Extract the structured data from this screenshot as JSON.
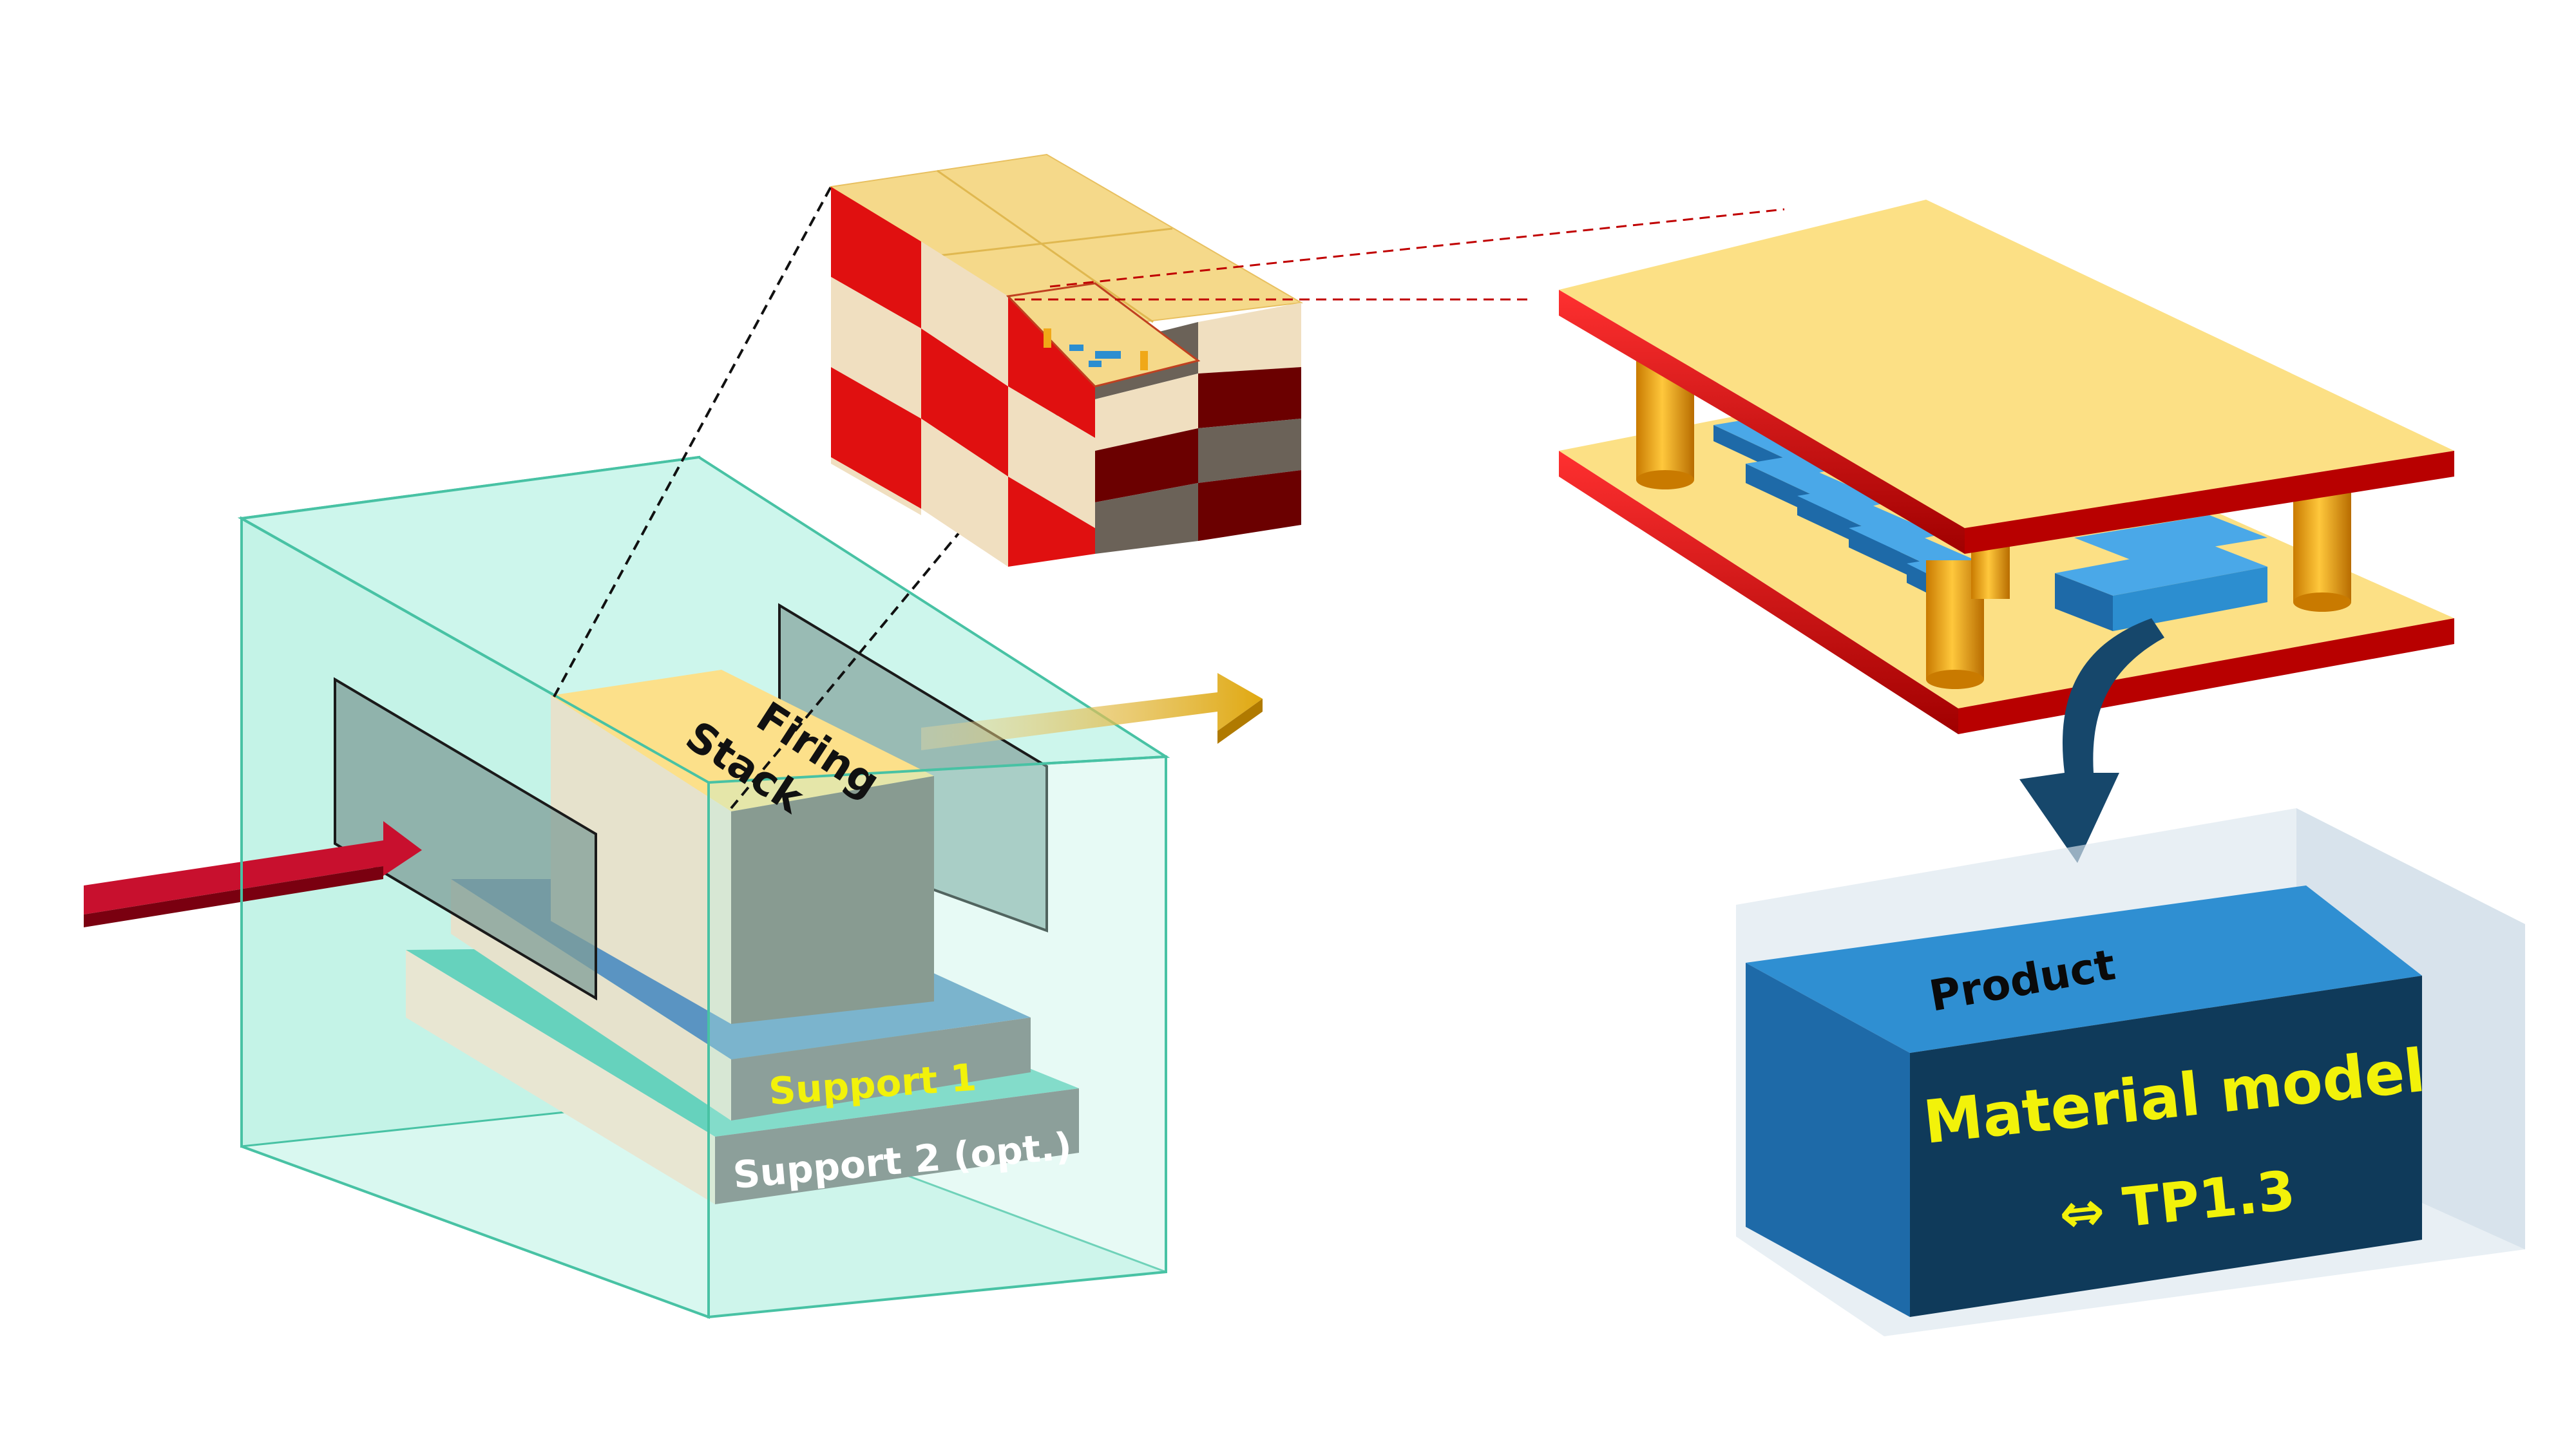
{
  "labels": {
    "firing_stack_line1": "Firing",
    "firing_stack_line2": "Stack",
    "support_1": "Support 1",
    "support_2": "Support 2 (opt.)",
    "product": "Product",
    "material_model": "Material model",
    "tp_reference": "⇔ TP1.3"
  },
  "colors": {
    "kiln_fill": "#c9f5ea",
    "kiln_edge": "#48c2a4",
    "stack_top": "#fce08a",
    "stack_front": "#e6e2cc",
    "stack_side": "#6e6e66",
    "support_blue": "#5a94c2",
    "support_gray": "#737373",
    "support_teal": "#66d2bd",
    "support_cream": "#e8e6d2",
    "label_yellow": "#f2f20a",
    "inlet_arrow": "#c8102e",
    "outlet_arrow": "#e0b020",
    "checker_red": "#e01010",
    "checker_darkred": "#6b0000",
    "checker_cream": "#f0dfc0",
    "checker_gray": "#6b6258",
    "plate_top": "#fce085",
    "plate_edge": "#e02020",
    "pillar": "#f0a818",
    "component_blue": "#2c8ed0",
    "down_arrow": "#16476b",
    "product_blue": "#2f8fd2",
    "product_dark": "#0f3a5a",
    "zoom_line_black": "#111111",
    "zoom_line_red": "#c00000"
  }
}
